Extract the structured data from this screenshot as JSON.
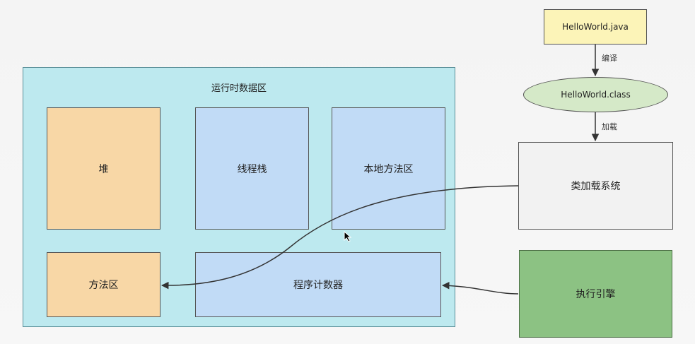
{
  "runtime_area": {
    "title": "运行时数据区"
  },
  "blocks": {
    "heap": "堆",
    "thread_stack": "线程栈",
    "native_method_area": "本地方法区",
    "method_area": "方法区",
    "program_counter": "程序计数器"
  },
  "flow": {
    "java_file": "HelloWorld.java",
    "compile_label": "编译",
    "class_file": "HelloWorld.class",
    "load_label": "加载",
    "class_loader": "类加载系统",
    "execution_engine": "执行引擎"
  },
  "colors": {
    "runtime_bg": "#bde9ef",
    "heap_bg": "#f8d7a6",
    "stack_bg": "#c1dbf6",
    "java_file_bg": "#fcf4b8",
    "class_file_bg": "#d5e9c8",
    "loader_bg": "#f2f2f2",
    "engine_bg": "#8cc283"
  }
}
